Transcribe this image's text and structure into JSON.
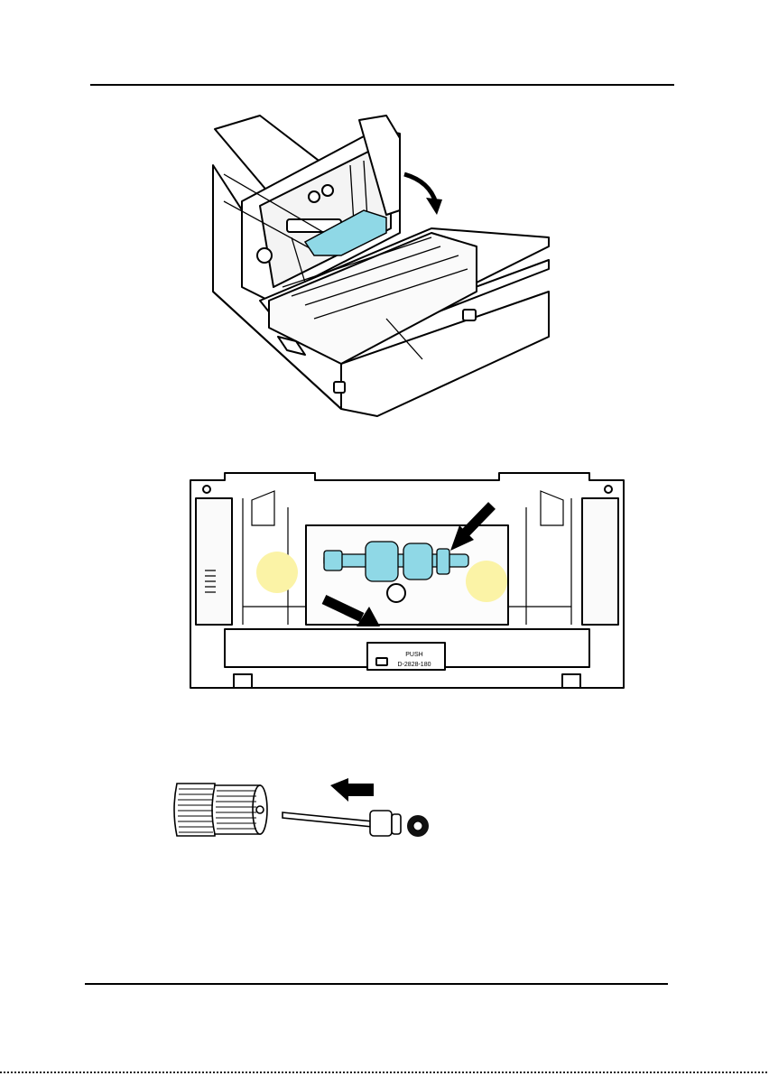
{
  "page": {
    "illustrations": [
      {
        "name": "scanner-cover-open",
        "icon": "scanner-open-illustration"
      },
      {
        "name": "roller-module-front",
        "icon": "roller-module-illustration"
      },
      {
        "name": "roller-shaft-removal",
        "icon": "roller-shaft-illustration"
      }
    ],
    "colors": {
      "accent_cyan": "#8fd8e6",
      "marker_yellow": "#fbf3a6",
      "line": "#000000"
    },
    "module_labels": {
      "part_code": "D-2828-180",
      "part_mark": "PUSH"
    }
  }
}
